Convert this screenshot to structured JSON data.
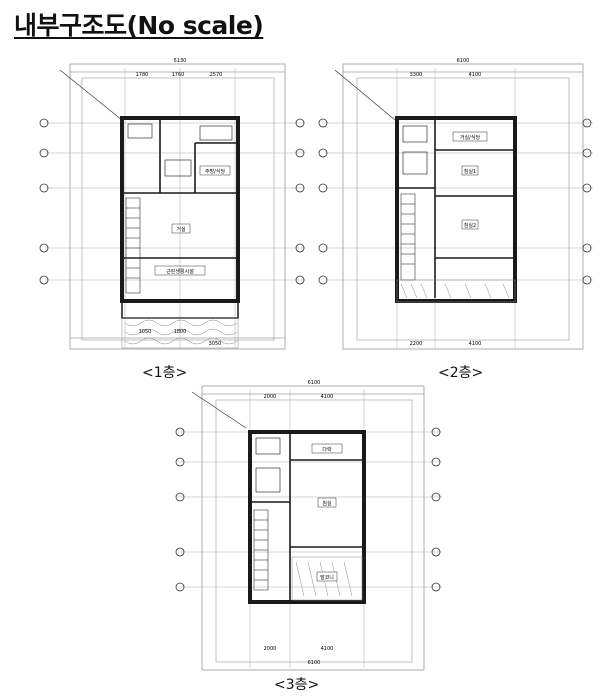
{
  "title": "내부구조도(No scale)",
  "floors": [
    {
      "caption": "<1층>",
      "top_dims": [
        "5130",
        "1780",
        "1760",
        "2570"
      ],
      "bottom_dims": [
        "3050",
        "1800",
        "3050"
      ],
      "rooms": [
        "거실",
        "주방/식당",
        "근린생활시설"
      ]
    },
    {
      "caption": "<2층>",
      "top_dims": [
        "6100",
        "3300",
        "4100"
      ],
      "bottom_dims": [
        "2200",
        "4100"
      ],
      "rooms": [
        "침실1",
        "침실2",
        "거실/식당"
      ]
    },
    {
      "caption": "<3층>",
      "top_dims": [
        "6100",
        "2000",
        "4100"
      ],
      "bottom_dims": [
        "2000",
        "4100",
        "6100"
      ],
      "rooms": [
        "침실",
        "다락",
        "발코니"
      ]
    }
  ],
  "colors": {
    "line": "#1a1a1a",
    "grid": "#9a9a9a",
    "wall": "#555555",
    "hatch": "#8a8a8a"
  }
}
